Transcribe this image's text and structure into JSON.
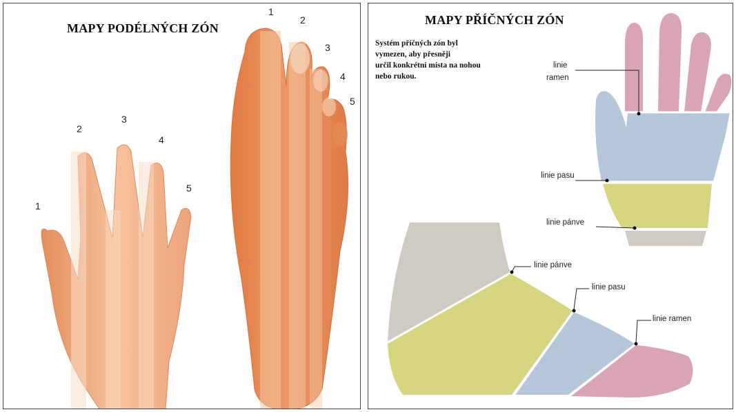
{
  "left_panel": {
    "title": "MAPY PODÉLNÝCH ZÓN",
    "hand_zone_numbers": [
      "1",
      "2",
      "3",
      "4",
      "5"
    ],
    "foot_zone_numbers": [
      "1",
      "2",
      "3",
      "4",
      "5"
    ]
  },
  "right_panel": {
    "title": "MAPY PŘÍČNÝCH ZÓN",
    "description_lines": [
      "Systém příčných zón byl",
      "vymezen, aby přesněji",
      "určil konkrétní místa na nohou",
      "nebo rukou."
    ],
    "hand_labels": {
      "shoulder_line_1": "linie",
      "shoulder_line_2": "ramen",
      "waist_line": "linie pasu",
      "pelvis_line": "linie pánve"
    },
    "foot_labels": {
      "pelvis_line": "linie pánve",
      "waist_line": "linie pasu",
      "shoulder_line": "linie ramen"
    },
    "colors": {
      "pink": "#d9a3b8",
      "blue": "#b5c6d8",
      "yellow": "#d6d680",
      "grey": "#cfcac4"
    }
  },
  "colors": {
    "skin": "#f2b48a",
    "skin_dark": "#e07f4e",
    "stripe_light": "#f6d6bd"
  }
}
